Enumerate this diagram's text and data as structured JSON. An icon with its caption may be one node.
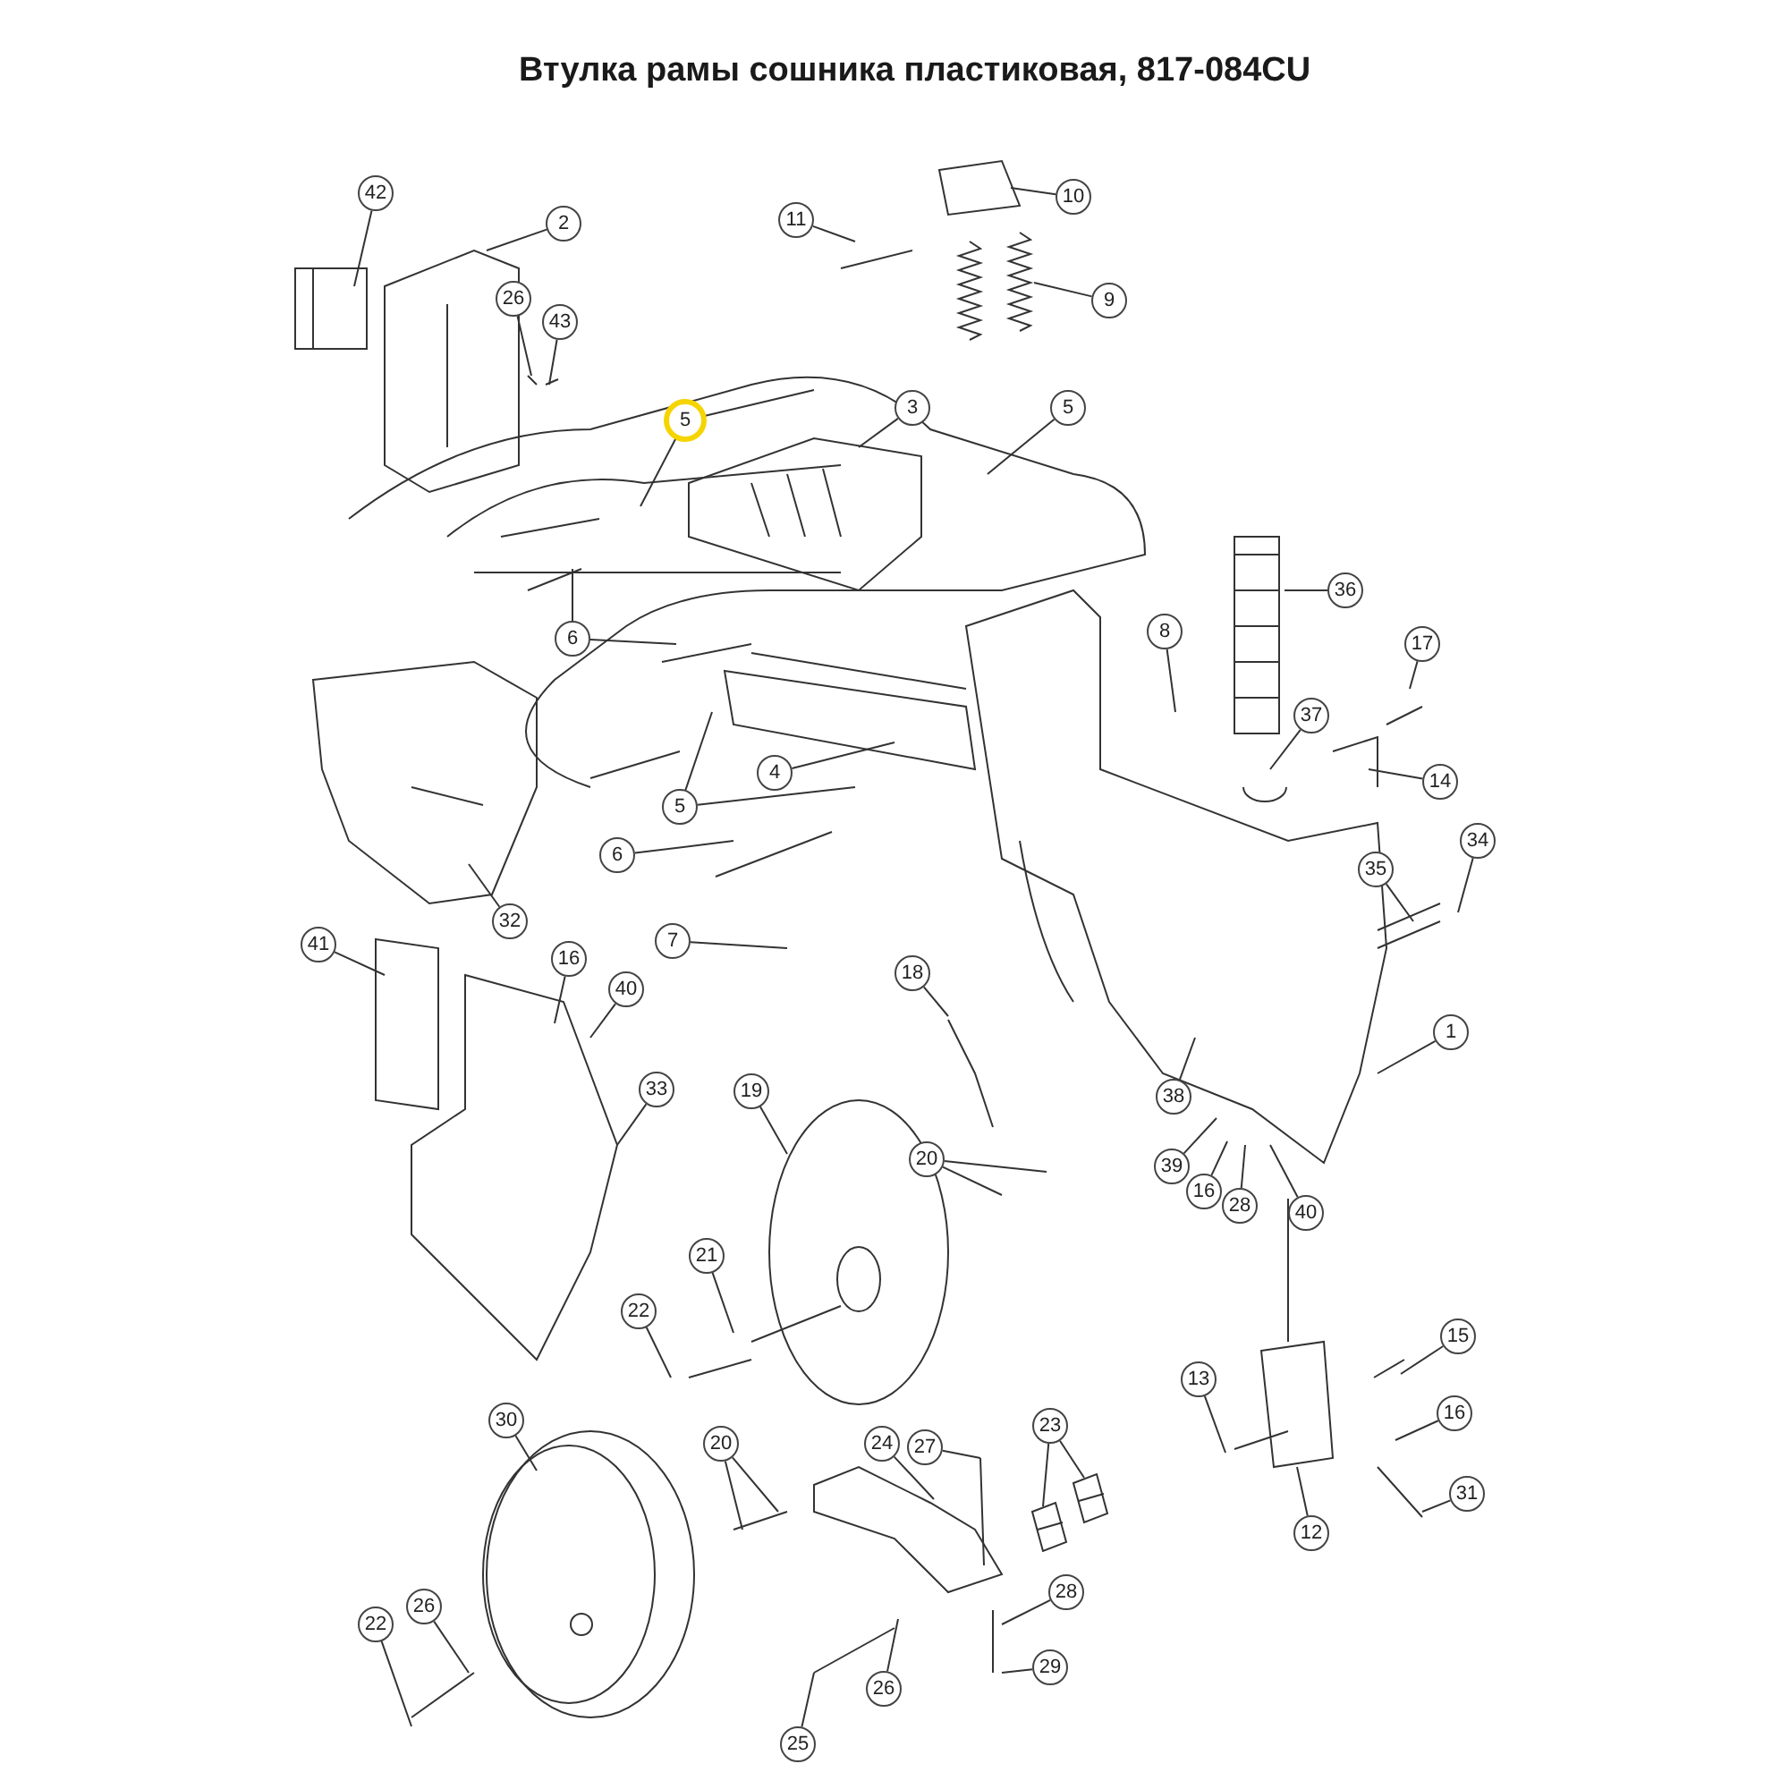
{
  "diagram": {
    "title": "Втулка рамы сошника пластиковая, 817-084CU",
    "nodes": [
      {
        "text": [
          "42"
        ]
      },
      {
        "text": [
          "2"
        ]
      },
      {
        "text": [
          "10"
        ]
      },
      {
        "text": [
          "11"
        ]
      },
      {
        "text": [
          "26"
        ]
      },
      {
        "text": [
          "9"
        ]
      },
      {
        "text": [
          "43"
        ]
      },
      {
        "text": [
          "3"
        ]
      },
      {
        "text": [
          "5"
        ]
      },
      {
        "text": [
          "5"
        ]
      },
      {
        "text": [
          "36"
        ]
      },
      {
        "text": [
          "8"
        ]
      },
      {
        "text": [
          "6"
        ]
      },
      {
        "text": [
          "17"
        ]
      },
      {
        "text": [
          "37"
        ]
      },
      {
        "text": [
          "4"
        ]
      },
      {
        "text": [
          "14"
        ]
      },
      {
        "text": [
          "5"
        ]
      },
      {
        "text": [
          "34"
        ]
      },
      {
        "text": [
          "6"
        ]
      },
      {
        "text": [
          "35"
        ]
      },
      {
        "text": [
          "32"
        ]
      },
      {
        "text": [
          "7"
        ]
      },
      {
        "text": [
          "41"
        ]
      },
      {
        "text": [
          "16"
        ]
      },
      {
        "text": [
          "18"
        ]
      },
      {
        "text": [
          "40"
        ]
      },
      {
        "text": [
          "1"
        ]
      },
      {
        "text": [
          "33"
        ]
      },
      {
        "text": [
          "19"
        ]
      },
      {
        "text": [
          "38"
        ]
      },
      {
        "text": [
          "20"
        ]
      },
      {
        "text": [
          "39"
        ]
      },
      {
        "text": [
          "16"
        ]
      },
      {
        "text": [
          "28"
        ]
      },
      {
        "text": [
          "40"
        ]
      },
      {
        "text": [
          "21"
        ]
      },
      {
        "text": [
          "22"
        ]
      },
      {
        "text": [
          "15"
        ]
      },
      {
        "text": [
          "13"
        ]
      },
      {
        "text": [
          "16"
        ]
      },
      {
        "text": [
          "30"
        ]
      },
      {
        "text": [
          "23"
        ]
      },
      {
        "text": [
          "20"
        ]
      },
      {
        "text": [
          "24"
        ]
      },
      {
        "text": [
          "27"
        ]
      },
      {
        "text": [
          "31"
        ]
      },
      {
        "text": [
          "12"
        ]
      },
      {
        "text": [
          "28"
        ]
      },
      {
        "text": [
          "26"
        ]
      },
      {
        "text": [
          "22"
        ]
      },
      {
        "text": [
          "29"
        ]
      },
      {
        "text": [
          "26"
        ]
      },
      {
        "text": [
          "25"
        ]
      }
    ],
    "edges": [
      {
        "from": 0,
        "to": null,
        "arrow": "none"
      },
      {
        "from": 1,
        "to": null,
        "arrow": "none"
      },
      {
        "from": 2,
        "to": null,
        "arrow": "none"
      },
      {
        "from": 3,
        "to": null,
        "arrow": "none"
      },
      {
        "from": 4,
        "to": null,
        "arrow": "none"
      },
      {
        "from": 5,
        "to": null,
        "arrow": "none"
      },
      {
        "from": 6,
        "to": null,
        "arrow": "none"
      },
      {
        "from": 7,
        "to": null,
        "arrow": "none"
      },
      {
        "from": 8,
        "to": null,
        "arrow": "none"
      },
      {
        "from": 8,
        "to": null,
        "arrow": "none"
      },
      {
        "from": 9,
        "to": null,
        "arrow": "none"
      },
      {
        "from": 10,
        "to": null,
        "arrow": "none"
      },
      {
        "from": 11,
        "to": null,
        "arrow": "none"
      },
      {
        "from": 12,
        "to": null,
        "arrow": "none"
      },
      {
        "from": 12,
        "to": null,
        "arrow": "none"
      },
      {
        "from": 13,
        "to": null,
        "arrow": "none"
      },
      {
        "from": 14,
        "to": null,
        "arrow": "none"
      },
      {
        "from": 15,
        "to": null,
        "arrow": "none"
      },
      {
        "from": 16,
        "to": null,
        "arrow": "none"
      },
      {
        "from": 17,
        "to": null,
        "arrow": "none"
      },
      {
        "from": 17,
        "to": null,
        "arrow": "none"
      },
      {
        "from": 18,
        "to": null,
        "arrow": "none"
      },
      {
        "from": 19,
        "to": null,
        "arrow": "none"
      },
      {
        "from": 20,
        "to": null,
        "arrow": "none"
      },
      {
        "from": 21,
        "to": null,
        "arrow": "none"
      },
      {
        "from": 22,
        "to": null,
        "arrow": "none"
      },
      {
        "from": 23,
        "to": null,
        "arrow": "none"
      },
      {
        "from": 24,
        "to": null,
        "arrow": "none"
      },
      {
        "from": 25,
        "to": null,
        "arrow": "none"
      },
      {
        "from": 26,
        "to": null,
        "arrow": "none"
      },
      {
        "from": 27,
        "to": null,
        "arrow": "none"
      },
      {
        "from": 28,
        "to": null,
        "arrow": "none"
      },
      {
        "from": 29,
        "to": null,
        "arrow": "none"
      },
      {
        "from": 30,
        "to": null,
        "arrow": "none"
      },
      {
        "from": 31,
        "to": null,
        "arrow": "none"
      },
      {
        "from": 31,
        "to": null,
        "arrow": "none"
      },
      {
        "from": 32,
        "to": null,
        "arrow": "none"
      },
      {
        "from": 33,
        "to": null,
        "arrow": "none"
      },
      {
        "from": 34,
        "to": null,
        "arrow": "none"
      },
      {
        "from": 35,
        "to": null,
        "arrow": "none"
      },
      {
        "from": 36,
        "to": null,
        "arrow": "none"
      },
      {
        "from": 37,
        "to": null,
        "arrow": "none"
      },
      {
        "from": 38,
        "to": null,
        "arrow": "none"
      },
      {
        "from": 39,
        "to": null,
        "arrow": "none"
      },
      {
        "from": 40,
        "to": null,
        "arrow": "none"
      },
      {
        "from": 41,
        "to": null,
        "arrow": "none"
      },
      {
        "from": 42,
        "to": null,
        "arrow": "none"
      },
      {
        "from": 42,
        "to": null,
        "arrow": "none"
      },
      {
        "from": 43,
        "to": null,
        "arrow": "none"
      },
      {
        "from": 43,
        "to": null,
        "arrow": "none"
      },
      {
        "from": 44,
        "to": null,
        "arrow": "none"
      },
      {
        "from": 45,
        "to": null,
        "arrow": "none"
      },
      {
        "from": 46,
        "to": null,
        "arrow": "none"
      },
      {
        "from": 47,
        "to": null,
        "arrow": "none"
      },
      {
        "from": 48,
        "to": null,
        "arrow": "none"
      },
      {
        "from": 49,
        "to": null,
        "arrow": "none"
      },
      {
        "from": 50,
        "to": null,
        "arrow": "none"
      },
      {
        "from": 51,
        "to": null,
        "arrow": "none"
      },
      {
        "from": 52,
        "to": null,
        "arrow": "none"
      },
      {
        "from": 53,
        "to": null,
        "arrow": "none"
      }
    ]
  }
}
